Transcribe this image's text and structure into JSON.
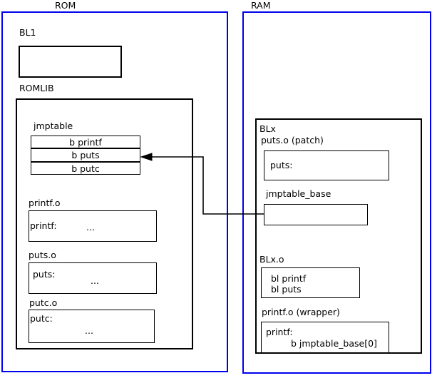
{
  "diagram": {
    "title_regions": [
      {
        "name": "rom",
        "label": "ROM"
      },
      {
        "name": "ram",
        "label": "RAM"
      }
    ],
    "colors": {
      "region_border": "#0000ee",
      "box_border": "#000000",
      "background": "#ffffff",
      "text": "#000000"
    },
    "rom": {
      "label": "ROM",
      "bl1": {
        "label": "BL1",
        "body": ""
      },
      "romlib": {
        "label": "ROMLIB",
        "jmptable": {
          "label": "jmptable",
          "entries": [
            "b printf",
            "b puts",
            "b putc"
          ]
        },
        "objects": [
          {
            "label": "printf.o",
            "symbol": "printf:",
            "ellipsis": "..."
          },
          {
            "label": "puts.o",
            "symbol": "puts:",
            "ellipsis": "..."
          },
          {
            "label": "putc.o",
            "symbol": "putc:",
            "ellipsis": "..."
          }
        ]
      }
    },
    "ram": {
      "label": "RAM",
      "blx": {
        "label": "BLx",
        "puts_patch": {
          "label": "puts.o (patch)",
          "symbol": "puts:"
        },
        "jmptable_base": {
          "label": "jmptable_base",
          "body": ""
        },
        "blx_o": {
          "label": "BLx.o",
          "lines": [
            "bl printf",
            "bl puts"
          ]
        },
        "printf_wrapper": {
          "label": "printf.o (wrapper)",
          "symbol": "printf:",
          "branch": "b jmptable_base[0]"
        }
      }
    },
    "arrow": {
      "name": "jmptable-base-to-jmptable-puts",
      "from": "jmptable_base",
      "to": "b puts"
    }
  }
}
